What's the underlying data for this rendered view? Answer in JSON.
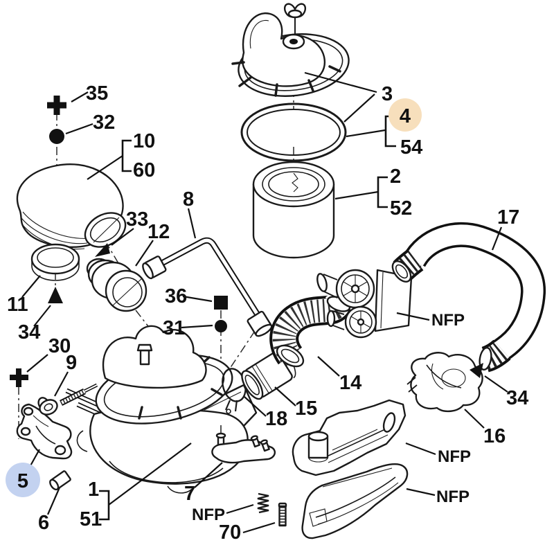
{
  "diagram": {
    "type": "exploded-parts-diagram",
    "subject": "air cleaner / intake assembly",
    "background": "#ffffff",
    "line_color": "#1a1a1a",
    "highlights": {
      "part4": {
        "label": "4",
        "circle_color": "#f7dfbc",
        "text_color": "#4a3a15"
      },
      "part5": {
        "label": "5",
        "circle_color": "#c3d2f0",
        "text_color": "#20305e"
      }
    },
    "callouts": {
      "c35": "35",
      "c32": "32",
      "c10": "10",
      "c60": "60",
      "c3": "3",
      "c54": "54",
      "c2": "2",
      "c52": "52",
      "c17": "17",
      "c8": "8",
      "c33": "33",
      "c12": "12",
      "c11": "11",
      "c34_left": "34",
      "c30": "30",
      "c9": "9",
      "c36": "36",
      "c31": "31",
      "c6": "6",
      "c1": "1",
      "c51": "51",
      "c7": "7",
      "c18": "18",
      "c15": "15",
      "c14": "14",
      "c70": "70",
      "c16": "16",
      "c34_right": "34",
      "nfp_throttle": "NFP",
      "nfp_spring": "NFP",
      "nfp_cover_upper": "NFP",
      "nfp_cover_lower": "NFP"
    }
  }
}
